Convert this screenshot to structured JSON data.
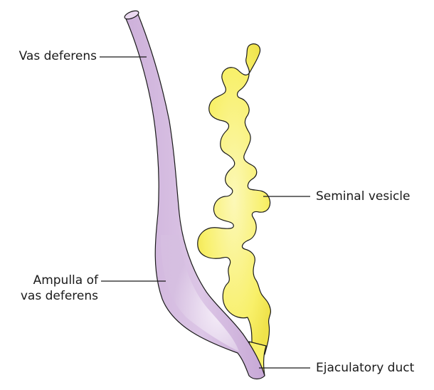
{
  "labels": {
    "vas_deferens": "Vas deferens",
    "seminal_vesicle": "Seminal vesicle",
    "ampulla_line1": "Ampulla of",
    "ampulla_line2": "vas deferens",
    "ejaculatory_duct": "Ejaculatory duct"
  },
  "colors": {
    "vas_deferens_fill": "#d9c3e3",
    "vas_deferens_highlight": "#f6eefa",
    "seminal_vesicle_fill": "#f7ee5a",
    "seminal_vesicle_highlight": "#fcf7b4",
    "outline": "#1a1a1a"
  }
}
